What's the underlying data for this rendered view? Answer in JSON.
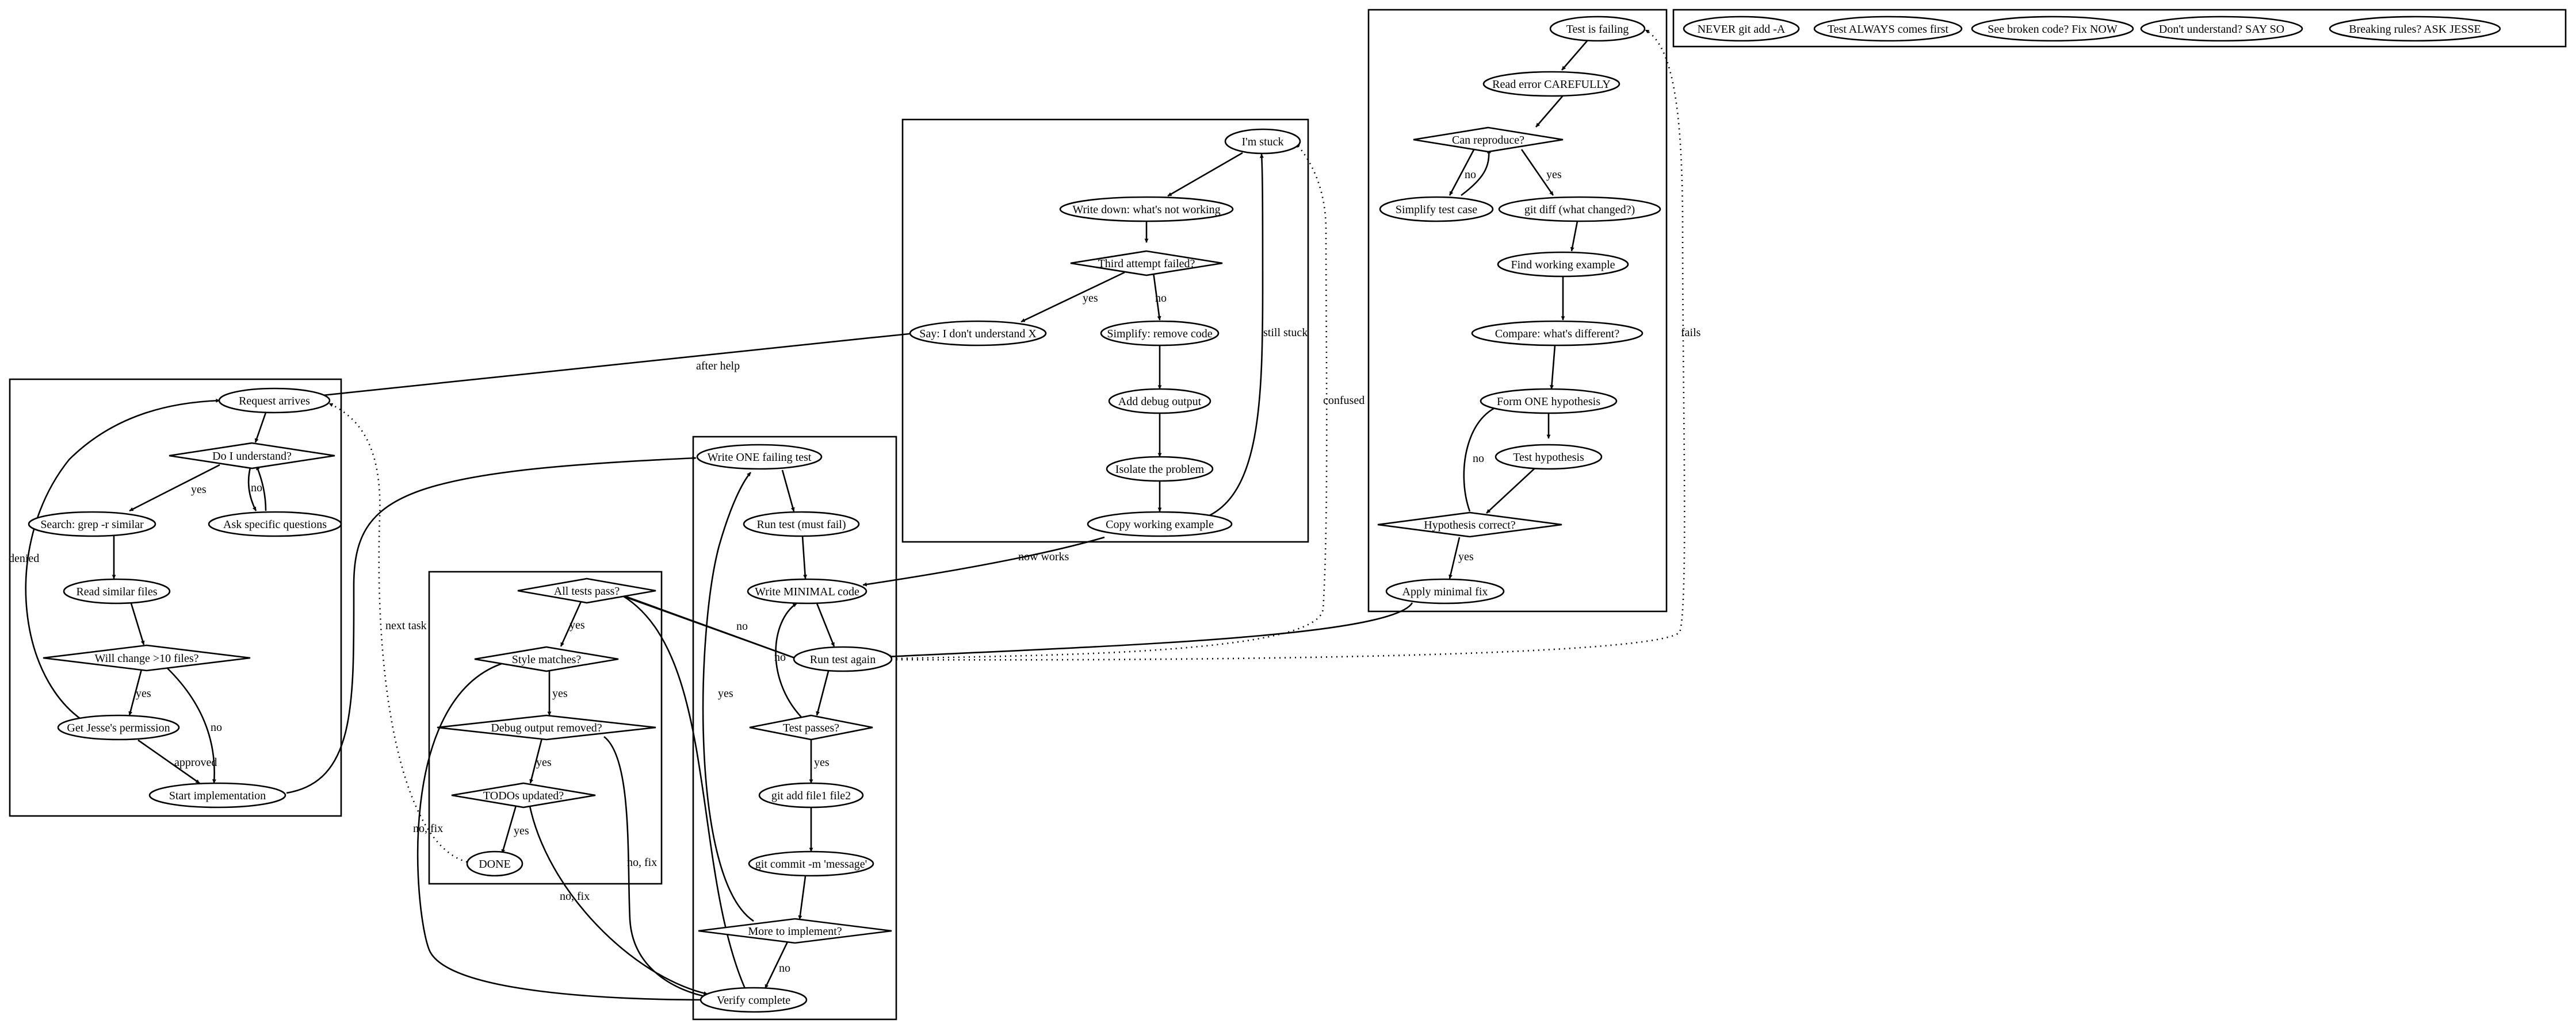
{
  "nodes": {
    "request_arrives": "Request arrives",
    "do_i_understand": "Do I understand?",
    "search_grep": "Search: grep -r similar",
    "ask_specific": "Ask specific questions",
    "read_similar": "Read similar files",
    "will_change": "Will change >10 files?",
    "get_permission": "Get Jesse's permission",
    "start_impl": "Start implementation",
    "write_failing": "Write ONE failing test",
    "run_test_fail": "Run test (must fail)",
    "write_minimal": "Write MINIMAL code",
    "run_again": "Run test again",
    "test_passes": "Test passes?",
    "git_add": "git add file1 file2",
    "git_commit": "git commit -m 'message'",
    "more_to_impl": "More to implement?",
    "verify_complete": "Verify complete",
    "all_tests_pass": "All tests pass?",
    "style_matches": "Style matches?",
    "debug_removed": "Debug output removed?",
    "todos_updated": "TODOs updated?",
    "done": "DONE",
    "im_stuck": "I'm stuck",
    "write_down": "Write down: what's not working",
    "third_attempt": "Third attempt failed?",
    "say_dont_understand": "Say: I don't understand X",
    "simplify_remove": "Simplify: remove code",
    "add_debug": "Add debug output",
    "isolate": "Isolate the problem",
    "copy_working": "Copy working example",
    "test_failing": "Test is failing",
    "read_error": "Read error CAREFULLY",
    "can_reproduce": "Can reproduce?",
    "simplify_case": "Simplify test case",
    "git_diff": "git diff (what changed?)",
    "find_working": "Find working example",
    "compare": "Compare: what's different?",
    "form_hypothesis": "Form ONE hypothesis",
    "test_hypothesis": "Test hypothesis",
    "hypothesis_correct": "Hypothesis correct?",
    "apply_fix": "Apply minimal fix",
    "rule_git_add": "NEVER git add -A",
    "rule_test_first": "Test ALWAYS comes first",
    "rule_broken": "See broken code? Fix NOW",
    "rule_understand": "Don't understand? SAY SO",
    "rule_ask": "Breaking rules? ASK JESSE"
  },
  "edge_labels": {
    "yes": "yes",
    "no": "no",
    "denied": "denied",
    "approved": "approved",
    "next_task": "next task",
    "no_fix": "no, fix",
    "after_help": "after help",
    "now_works": "now works",
    "still_stuck": "still stuck",
    "confused": "confused",
    "fails": "fails"
  }
}
